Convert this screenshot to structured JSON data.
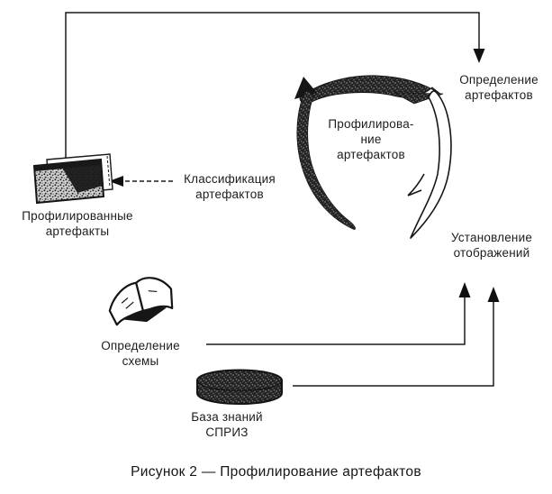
{
  "diagram": {
    "caption": "Рисунок 2 — Профилирование артефактов",
    "nodes": {
      "artifact_definition": {
        "lines": [
          "Определение",
          "артефактов"
        ]
      },
      "profiling_cycle": {
        "lines": [
          "Профилирова-",
          "ние",
          "артефактов"
        ]
      },
      "mapping_establishment": {
        "lines": [
          "Установление",
          "отображений"
        ]
      },
      "classification": {
        "lines": [
          "Классификация",
          "артефактов"
        ]
      },
      "profiled_artifacts": {
        "lines": [
          "Профилированные",
          "артефакты"
        ]
      },
      "schema_definition": {
        "lines": [
          "Определение",
          "схемы"
        ]
      },
      "knowledge_base": {
        "lines": [
          "База знаний",
          "СПРИЗ"
        ]
      }
    },
    "icons": {
      "artifact_stack": "artifact-stack-icon",
      "profiling_cycle": "cycle-arrows-icon",
      "open_book": "open-book-icon",
      "database": "database-cylinder-icon"
    },
    "colors": {
      "ink": "#1a1a1a",
      "background": "#ffffff"
    }
  }
}
